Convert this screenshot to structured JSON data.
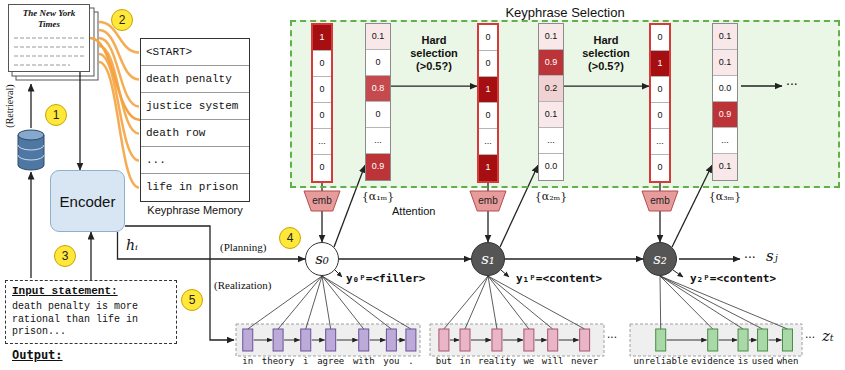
{
  "diagram": {
    "nodes": [
      {
        "text": [
          "The New York Times"
        ]
      },
      {
        "text": [
          "<START>",
          "death penalty",
          "justice system",
          "death row",
          "...",
          "life in prison",
          "Keyphrase Memory"
        ]
      },
      {
        "text": [
          "Keyphrase Selection"
        ]
      },
      {
        "text": [
          "1",
          "0",
          "0",
          "0",
          "...",
          "0"
        ],
        "in": 2
      },
      {
        "text": [
          "0.1",
          "0",
          "0.8",
          "0",
          "...",
          "0.9"
        ],
        "in": 2
      },
      {
        "text": [
          "0",
          "0",
          "1",
          "0",
          "...",
          "1"
        ],
        "in": 2
      },
      {
        "text": [
          "0.1",
          "0.9",
          "0.2",
          "0.1",
          "...",
          "0.0"
        ],
        "in": 2
      },
      {
        "text": [
          "0",
          "1",
          "0",
          "0",
          "...",
          "0"
        ],
        "in": 2
      },
      {
        "text": [
          "0.1",
          "0.1",
          "0.0",
          "0.9",
          "...",
          "0.1"
        ],
        "in": 2
      },
      {
        "text": [
          "emb"
        ]
      },
      {
        "text": [
          "emb"
        ]
      },
      {
        "text": [
          "emb"
        ]
      },
      {
        "text": [
          "Encoder"
        ]
      },
      {
        "text": [
          "s₀"
        ]
      },
      {
        "text": [
          "s₁"
        ]
      },
      {
        "text": [
          "s₂"
        ]
      },
      {
        "text": [
          "Input statement:",
          "death penalty is more rational than life in prison..."
        ]
      },
      {
        "text": [
          "1"
        ]
      },
      {
        "text": [
          "2"
        ]
      },
      {
        "text": [
          "3"
        ]
      },
      {
        "text": [
          "4"
        ]
      },
      {
        "text": [
          "5"
        ]
      }
    ],
    "edges": [
      {
        "from": 0,
        "to": 1,
        "arrow": "none"
      },
      {
        "from": 0,
        "to": 12,
        "arrow": "to"
      },
      {
        "from": 16,
        "to": 12,
        "arrow": "to"
      },
      {
        "from": 12,
        "to": 13,
        "arrow": "to",
        "label": "(Planning)"
      },
      {
        "from": 3,
        "to": 9,
        "arrow": "none"
      },
      {
        "from": 9,
        "to": 13,
        "arrow": "to"
      },
      {
        "from": 13,
        "to": 4,
        "arrow": "to"
      },
      {
        "from": 4,
        "to": 5,
        "arrow": "to",
        "label": "Hard selection (>0.5?)"
      },
      {
        "from": 5,
        "to": 10,
        "arrow": "none"
      },
      {
        "from": 10,
        "to": 14,
        "arrow": "to"
      },
      {
        "from": 13,
        "to": 14,
        "arrow": "to"
      },
      {
        "from": 14,
        "to": 6,
        "arrow": "to"
      },
      {
        "from": 6,
        "to": 7,
        "arrow": "to",
        "label": "Hard selection (>0.5?)"
      },
      {
        "from": 7,
        "to": 11,
        "arrow": "none"
      },
      {
        "from": 11,
        "to": 15,
        "arrow": "to"
      },
      {
        "from": 14,
        "to": 15,
        "arrow": "to"
      },
      {
        "from": 15,
        "to": 8,
        "arrow": "to"
      }
    ],
    "labels": [
      "(Retrieval)",
      "hᵢ",
      "Attention",
      "{α₁ₘ}",
      "{α₂ₘ}",
      "{α₃ₘ}",
      "...",
      "y₀ᵖ=<filler>",
      "y₁ᵖ=<content>",
      "y₂ᵖ=<content>",
      "...",
      "sⱼ",
      "(Realization)",
      "Output:",
      "in",
      "theory",
      "i",
      "agree",
      "with",
      "you",
      ".",
      "but",
      "in",
      "reality",
      "we",
      "will",
      "never",
      "...",
      "unreliable",
      "evidence",
      "is",
      "used",
      "when",
      "...",
      "zₜ"
    ]
  }
}
